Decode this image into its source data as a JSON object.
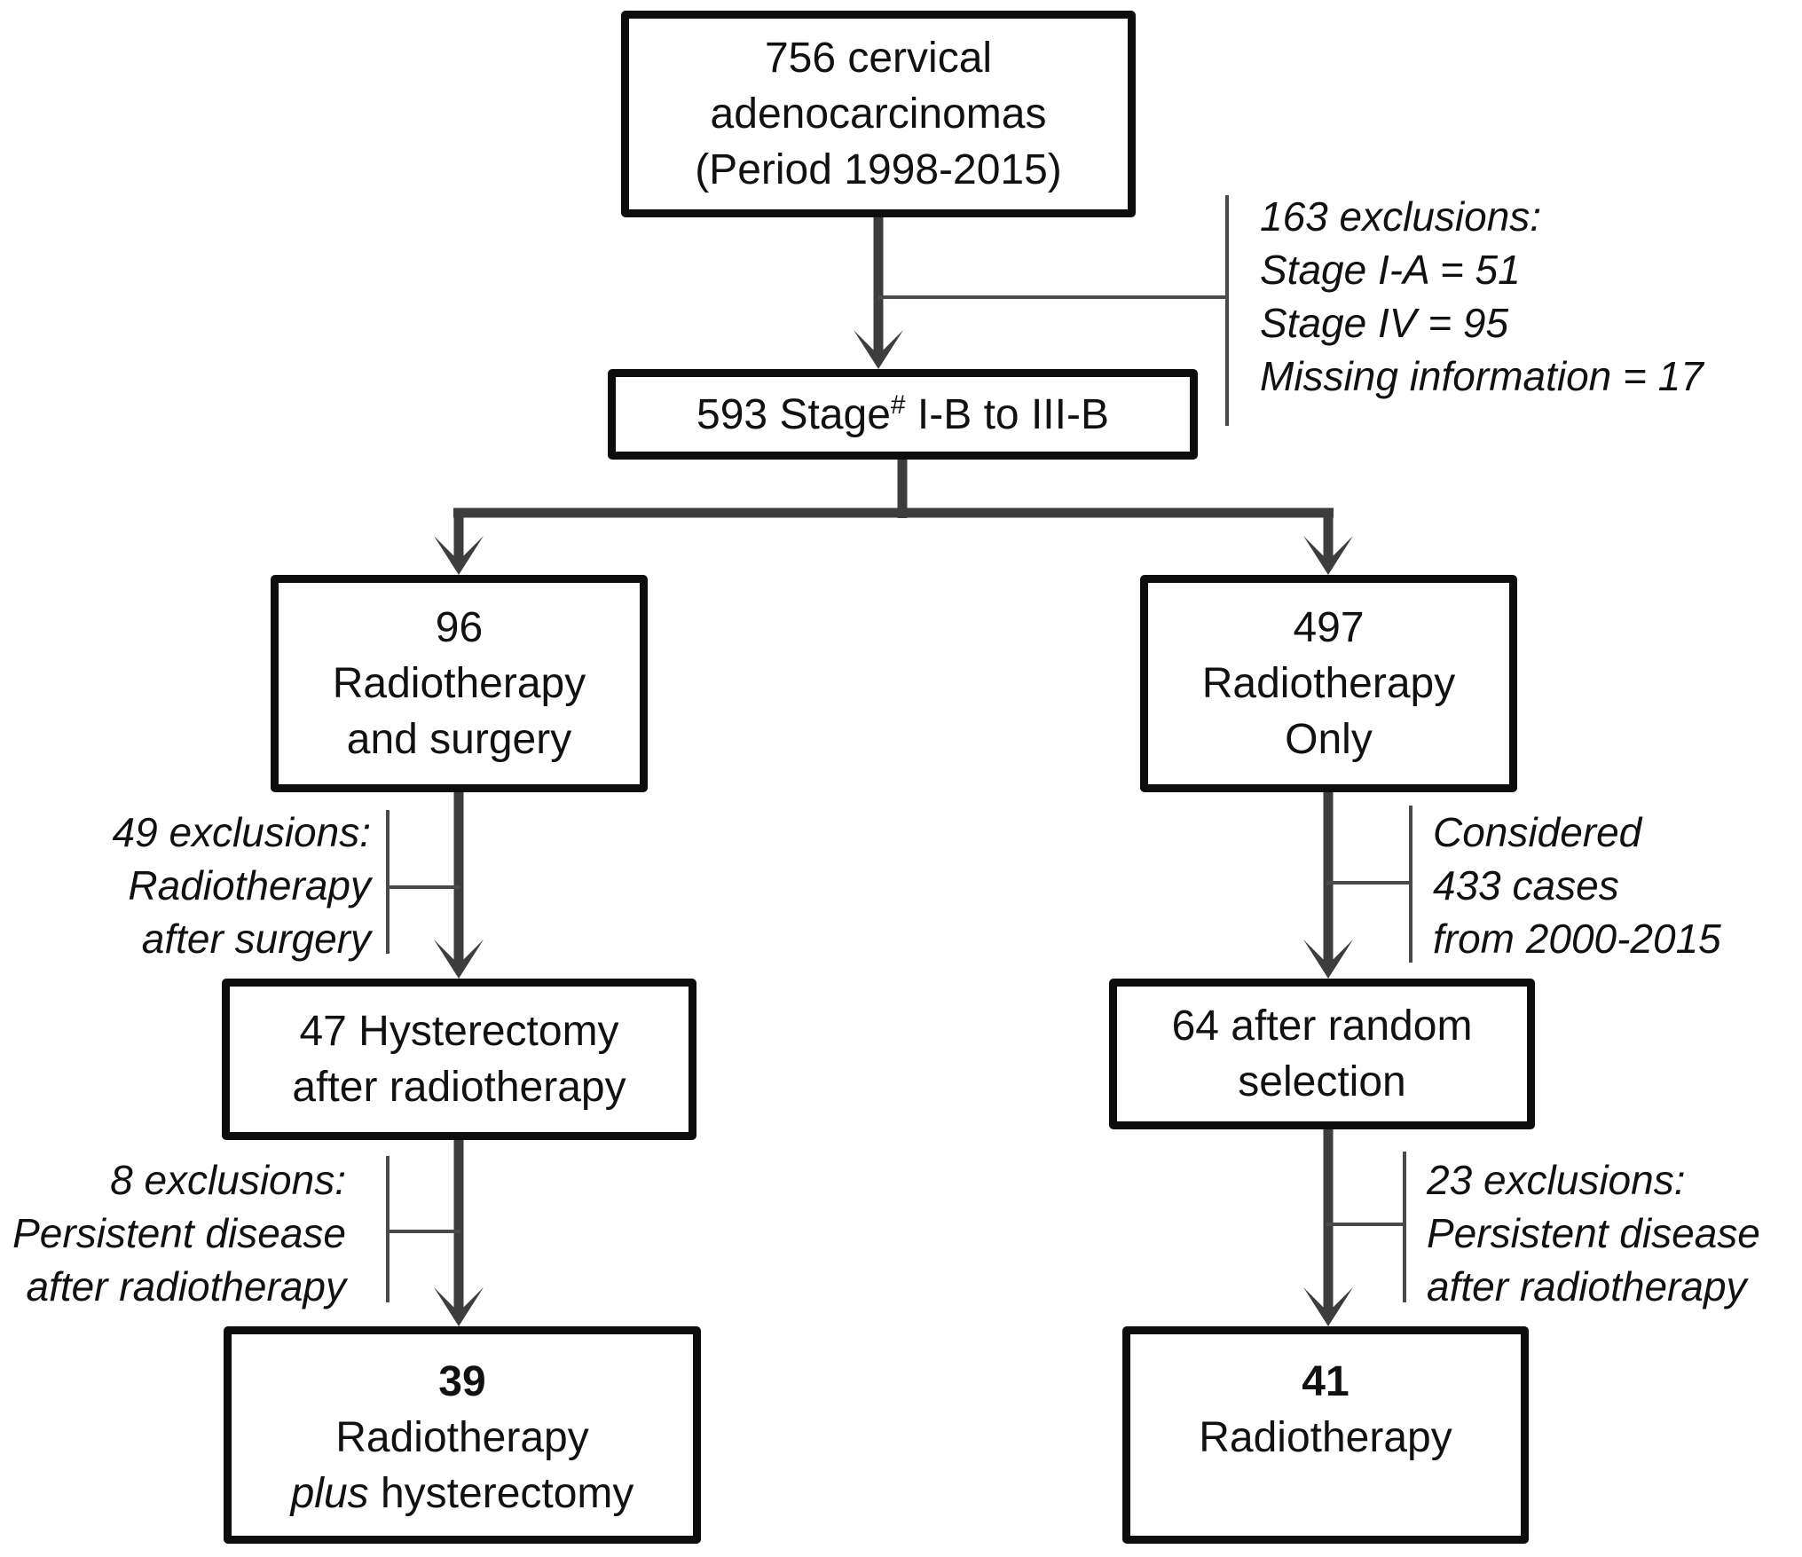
{
  "figure": {
    "background": "#ffffff",
    "colors": {
      "box_border": "#0d0d0d",
      "box_fill": "#ffffff",
      "arrow": "#3d3d3d",
      "thin_line": "#4a4a4a",
      "text": "#111111"
    },
    "boxes": {
      "total": {
        "lines": [
          "756 cervical",
          "adenocarcinomas",
          "(Period 1998-2015)"
        ]
      },
      "stage": {
        "text_before_sup": "593 Stage",
        "sup": "#",
        "text_after_sup": " I-B to III-B"
      },
      "radiotherapy_surgery": {
        "lines": [
          "96",
          "Radiotherapy",
          "and surgery"
        ]
      },
      "radiotherapy_only": {
        "lines": [
          "497",
          "Radiotherapy",
          "Only"
        ]
      },
      "hysterectomy_after_rt": {
        "lines": [
          "47 Hysterectomy",
          "after radiotherapy"
        ]
      },
      "random_selection": {
        "lines": [
          "64 after random",
          "selection"
        ]
      },
      "final_rt_plus_hysterectomy": {
        "count": "39",
        "line2": "Radiotherapy",
        "line3_italic": "plus",
        "line3_regular": " hysterectomy"
      },
      "final_rt": {
        "count": "41",
        "line2": "Radiotherapy"
      }
    },
    "annotations": {
      "exclusions_163": {
        "lines": [
          "163 exclusions:",
          "Stage I-A = 51",
          "Stage IV = 95",
          "Missing information = 17"
        ]
      },
      "exclusions_49": {
        "lines": [
          "49 exclusions:",
          "Radiotherapy",
          "after surgery"
        ]
      },
      "considered_433": {
        "lines": [
          "Considered",
          "433 cases",
          "from 2000-2015"
        ]
      },
      "exclusions_8": {
        "lines": [
          "8 exclusions:",
          "Persistent disease",
          "after radiotherapy"
        ]
      },
      "exclusions_23": {
        "lines": [
          "23 exclusions:",
          "Persistent disease",
          "after radiotherapy"
        ]
      }
    }
  }
}
